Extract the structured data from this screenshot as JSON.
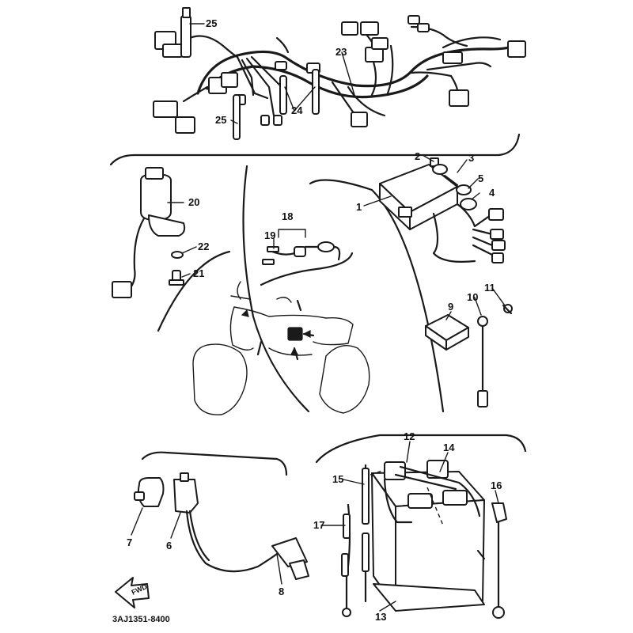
{
  "callouts": {
    "p1": "1",
    "p2": "2",
    "p3": "3",
    "p4": "4",
    "p5": "5",
    "p6": "6",
    "p7": "7",
    "p8": "8",
    "p9": "9",
    "p10": "10",
    "p11": "11",
    "p12": "12",
    "p13": "13",
    "p14": "14",
    "p15": "15",
    "p16": "16",
    "p17": "17",
    "p18": "18",
    "p19": "19",
    "p20": "20",
    "p21": "21",
    "p22": "22",
    "p23": "23",
    "p24": "24",
    "p25a": "25",
    "p25b": "25"
  },
  "forward_arrow": "FWD",
  "diagram_code": "3AJ1351-8400"
}
